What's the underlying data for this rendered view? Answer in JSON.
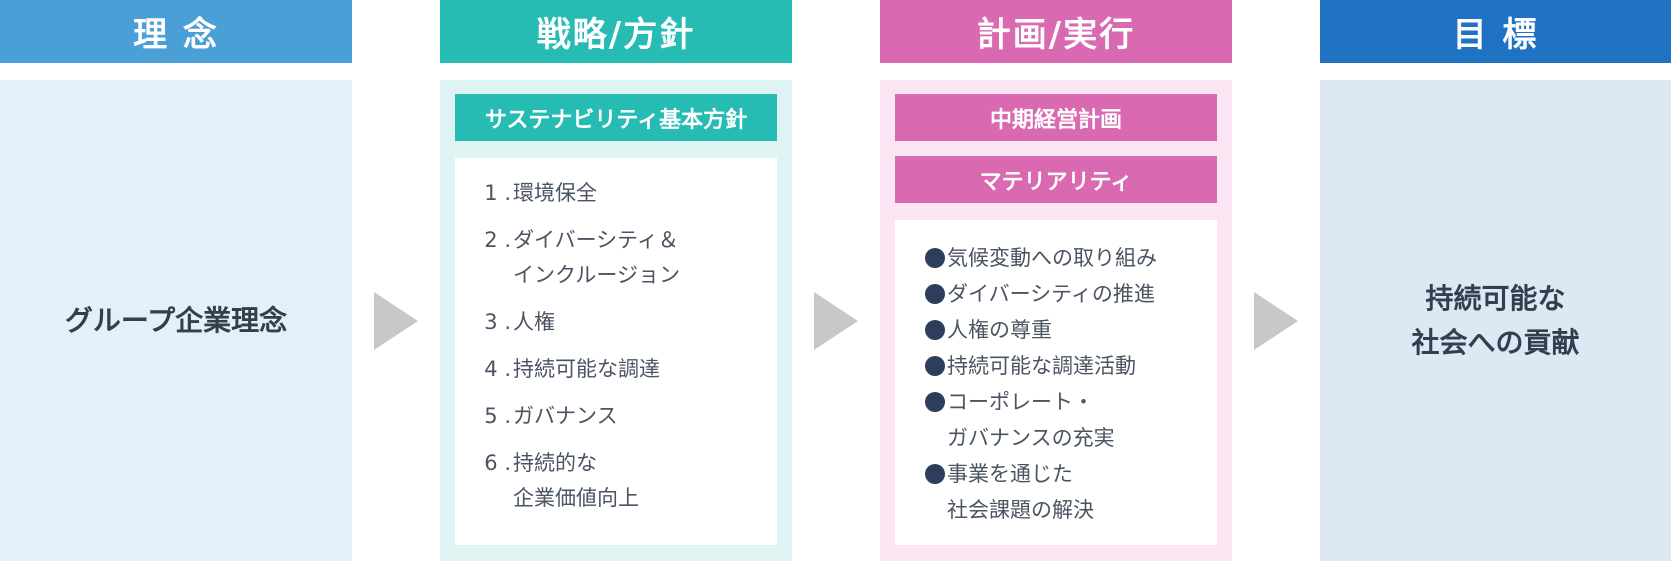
{
  "columns": [
    {
      "header": "理 念",
      "text_lines": [
        "グループ企業理念"
      ]
    },
    {
      "header": "戦略/方針",
      "banner": "サステナビリティ基本方針",
      "items": [
        {
          "num": "1 .",
          "lines": [
            "環境保全"
          ]
        },
        {
          "num": "2 .",
          "lines": [
            "ダイバーシティ＆",
            "インクルージョン"
          ]
        },
        {
          "num": "3 .",
          "lines": [
            "人権"
          ]
        },
        {
          "num": "4 .",
          "lines": [
            "持続可能な調達"
          ]
        },
        {
          "num": "5 .",
          "lines": [
            "ガバナンス"
          ]
        },
        {
          "num": "6 .",
          "lines": [
            "持続的な",
            "企業価値向上"
          ]
        }
      ]
    },
    {
      "header": "計画/実行",
      "banners": [
        "中期経営計画",
        "マテリアリティ"
      ],
      "items": [
        {
          "lines": [
            "気候変動への取り組み"
          ]
        },
        {
          "lines": [
            "ダイバーシティの推進"
          ]
        },
        {
          "lines": [
            "人権の尊重"
          ]
        },
        {
          "lines": [
            "持続可能な調達活動"
          ]
        },
        {
          "lines": [
            "コーポレート・",
            "ガバナンスの充実"
          ]
        },
        {
          "lines": [
            "事業を通じた",
            "社会課題の解決"
          ]
        }
      ]
    },
    {
      "header": "目 標",
      "text_lines": [
        "持続可能な",
        "社会への貢献"
      ]
    }
  ],
  "colors": {
    "philosophy": "#4a9fd6",
    "strategy": "#26bcb4",
    "plan": "#d96ab2",
    "goal": "#1f73c2",
    "arrow": "#c8c8c8",
    "bullet": "#2d3e5c"
  },
  "icons": [
    "arrow-right-icon",
    "bullet-icon"
  ]
}
